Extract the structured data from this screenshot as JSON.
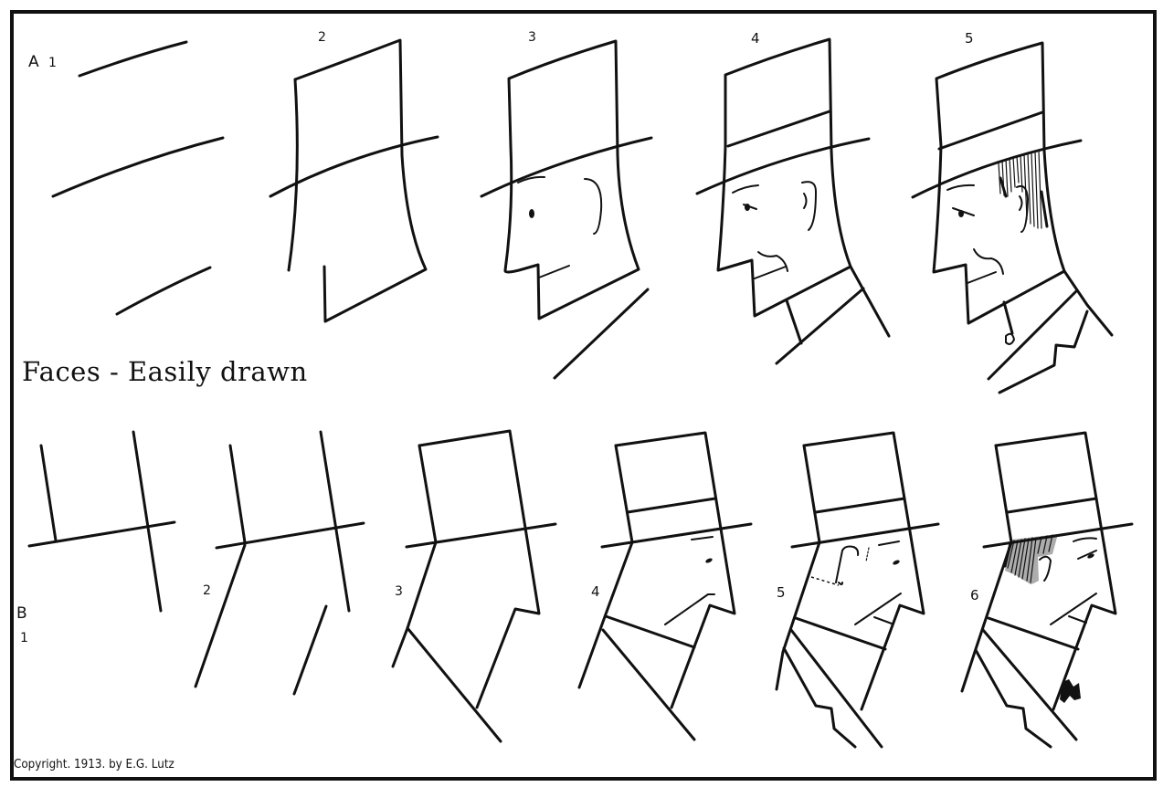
{
  "title": "Faces - Easily drawn",
  "copyright": "Copyright. 1913. by E.G. Lutz",
  "row_a": {
    "label": "A",
    "steps": [
      {
        "number": "1"
      },
      {
        "number": "2"
      },
      {
        "number": "3"
      },
      {
        "number": "4"
      },
      {
        "number": "5"
      }
    ]
  },
  "row_b": {
    "label": "B",
    "steps": [
      {
        "number": "1"
      },
      {
        "number": "2"
      },
      {
        "number": "3"
      },
      {
        "number": "4"
      },
      {
        "number": "5"
      },
      {
        "number": "6"
      }
    ]
  },
  "colors": {
    "ink": "#111111",
    "paper": "#ffffff"
  }
}
